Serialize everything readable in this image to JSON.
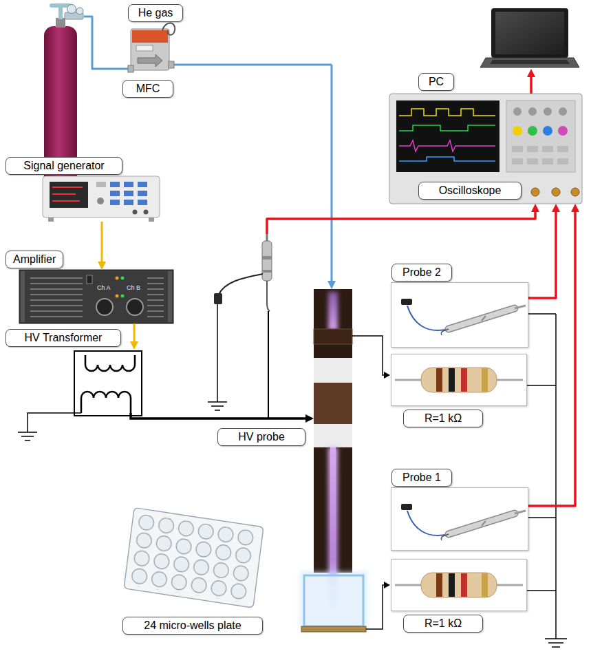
{
  "diagram": {
    "nodes": [
      {
        "text": [
          "He gas"
        ]
      },
      {
        "text": [
          "PC"
        ]
      },
      {
        "text": [
          "MFC"
        ]
      },
      {
        "text": [
          "Signal generator"
        ]
      },
      {
        "text": [
          "Oscilloskope"
        ]
      },
      {
        "text": [
          "Amplifier"
        ]
      },
      {
        "text": [
          "Probe 2"
        ]
      },
      {
        "text": [
          "HV Transformer"
        ]
      },
      {
        "text": [
          "R=1 kΩ"
        ]
      },
      {
        "text": [
          "HV probe"
        ]
      },
      {
        "text": [
          "Probe 1"
        ]
      },
      {
        "text": [
          "R=1 kΩ"
        ]
      },
      {
        "text": [
          "24 micro-wells plate"
        ]
      }
    ],
    "edges": [
      {
        "from": 0,
        "to": 2,
        "arrow": "none"
      },
      {
        "from": 4,
        "to": 1,
        "arrow": "to"
      },
      {
        "from": 3,
        "to": 5,
        "arrow": "to"
      },
      {
        "from": 5,
        "to": 7,
        "arrow": "to"
      },
      {
        "from": 9,
        "to": 4,
        "arrow": "to"
      },
      {
        "from": 6,
        "to": 4,
        "arrow": "to"
      },
      {
        "from": 10,
        "to": 4,
        "arrow": "to"
      }
    ],
    "labels": [
      "Ch A",
      "Ch B"
    ]
  }
}
